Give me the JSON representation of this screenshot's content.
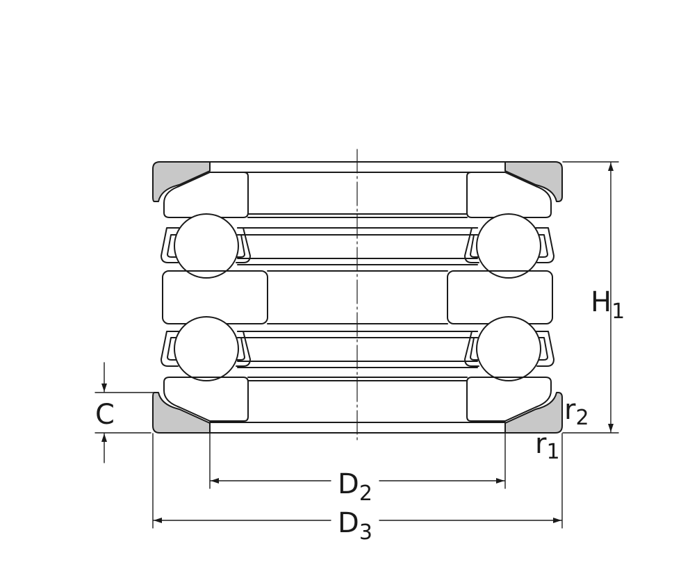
{
  "labels": {
    "h1": {
      "main": "H",
      "sub": "1"
    },
    "d2": {
      "main": "D",
      "sub": "2"
    },
    "d3": {
      "main": "D",
      "sub": "3"
    },
    "c": {
      "main": "C"
    },
    "r1": {
      "main": "r",
      "sub": "1"
    },
    "r2": {
      "main": "r",
      "sub": "2"
    }
  },
  "colors": {
    "line": "#1a1a1a",
    "section_fill": "#c8c8c8",
    "background": "#ffffff"
  }
}
